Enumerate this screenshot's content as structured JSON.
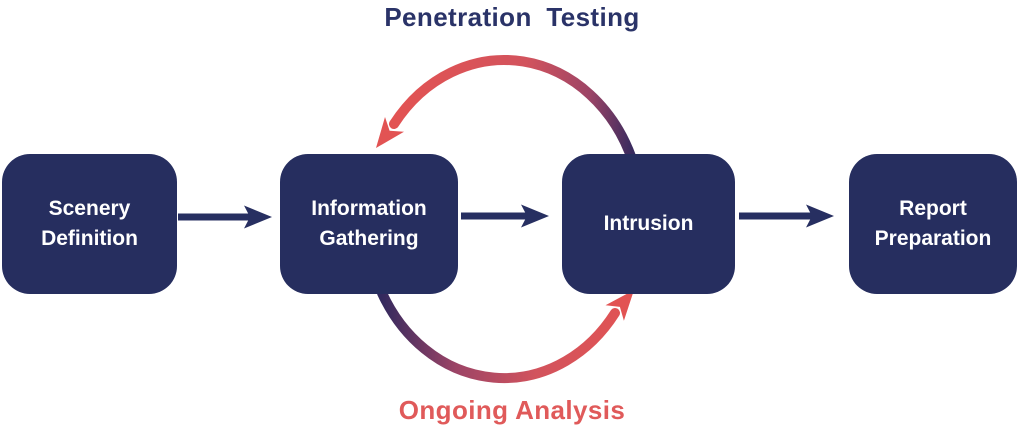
{
  "diagram": {
    "title": "Penetration Testing",
    "cycle_label": "Ongoing Analysis",
    "steps": [
      {
        "id": "scenery-definition",
        "label": "Scenery Definition"
      },
      {
        "id": "information-gathering",
        "label": "Information Gathering"
      },
      {
        "id": "intrusion",
        "label": "Intrusion"
      },
      {
        "id": "report-preparation",
        "label": "Report Preparation"
      }
    ],
    "flow": {
      "linear_sequence": [
        "Scenery Definition",
        "Information Gathering",
        "Intrusion",
        "Report Preparation"
      ],
      "cycle_between": [
        "Information Gathering",
        "Intrusion"
      ]
    },
    "colors": {
      "box_fill": "#262e5f",
      "box_text": "#ffffff",
      "arrow_navy": "#272f61",
      "title_navy": "#2a3368",
      "cycle_red": "#e05a5a",
      "arc_red": "#e25353",
      "arc_red_mid": "#d2535d",
      "arc_purple": "#9c4466",
      "arc_dark": "#33295e"
    }
  }
}
